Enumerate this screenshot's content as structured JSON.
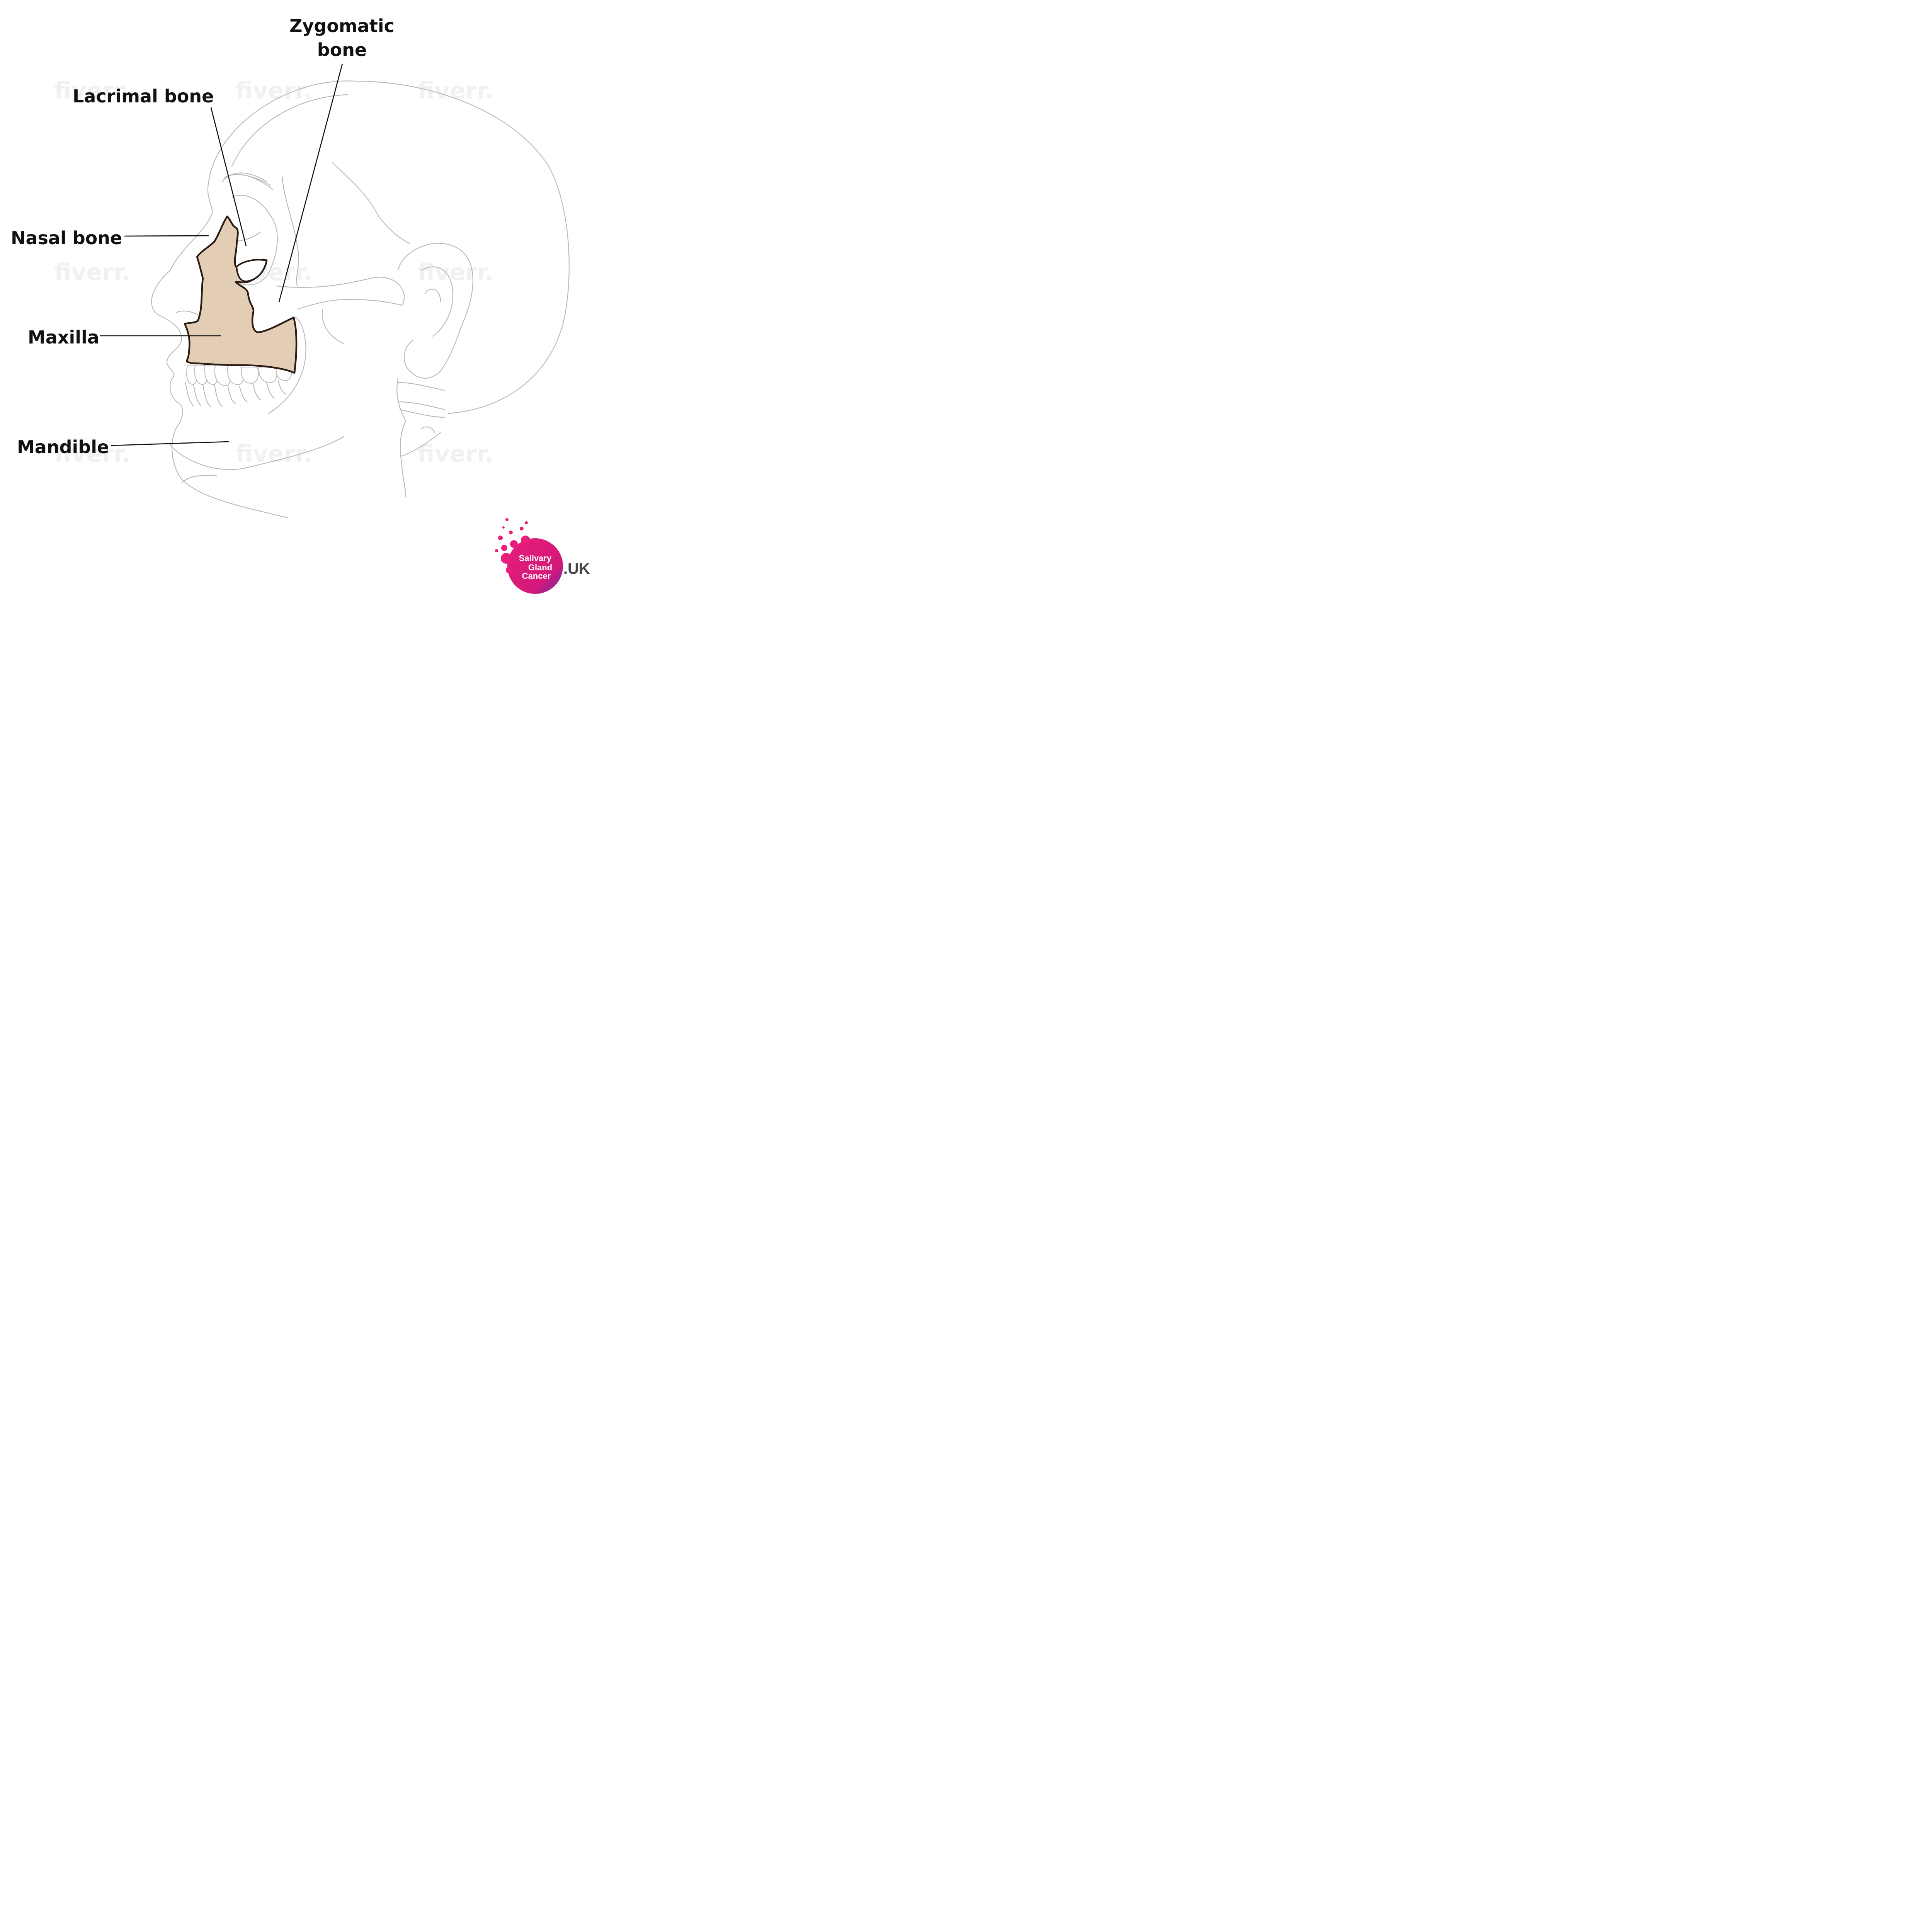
{
  "labels": {
    "zygomatic_bone": "Zygomatic bone",
    "lacrimal_bone": "Lacrimal bone",
    "nasal_bone": "Nasal bone",
    "maxilla": "Maxilla",
    "mandible": "Mandible"
  },
  "logo": {
    "line1": "Salivary",
    "line2": "Gland",
    "line3": "Cancer",
    "suffix": ".UK",
    "colors": {
      "pink": "#e91e7a",
      "purple": "#6a2ca0",
      "suffix": "#444444"
    }
  },
  "watermark": "fiverr.",
  "colors": {
    "outline": "#b9b9b9",
    "maxilla_fill": "#e3ceb5",
    "maxilla_stroke": "#2a1c14",
    "leader": "#111111"
  }
}
